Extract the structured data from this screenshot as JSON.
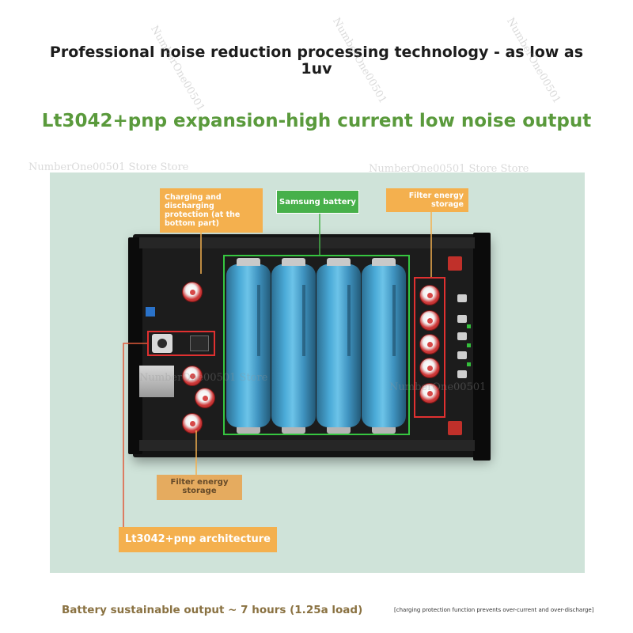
{
  "headline": "Professional noise reduction processing technology - as low as 1uv",
  "subtitle": "Lt3042+pnp expansion-high current low noise output",
  "callouts": {
    "charging": "Charging and discharging protection (at the bottom part)",
    "samsung": "Samsung battery",
    "filter_top": "Filter energy storage",
    "filter_bottom": "Filter energy storage",
    "architecture": "Lt3042+pnp architecture"
  },
  "watermarks": {
    "store_store": "NumberOne00501 Store Store",
    "store": "NumberOne00501 Store",
    "short": "NumberOne00501"
  },
  "footer": {
    "runtime": "Battery sustainable output ~ 7 hours (1.25a load)",
    "note": "[charging protection function prevents over-current and over-discharge]"
  },
  "colors": {
    "headline": "#1c1c1c",
    "subtitle": "#5a9a3c",
    "panel": "#cfe3d9",
    "callout_orange": "#f4b04e",
    "callout_green": "#47b04a",
    "battery_frame": "#36c640",
    "capacitor_frame": "#e03030",
    "footer_left": "#8a7242"
  }
}
